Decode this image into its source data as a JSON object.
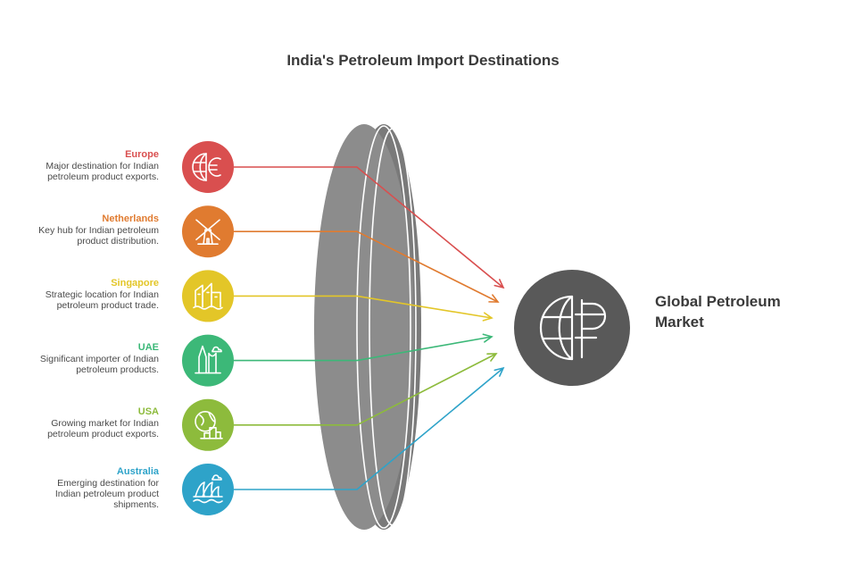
{
  "title": "India's Petroleum Import Destinations",
  "target": {
    "label": "Global Petroleum\nMarket",
    "icon": "globe-currency-icon",
    "color": "#595959"
  },
  "lens_color": "#8a8a8a",
  "destinations": [
    {
      "name": "Europe",
      "description": "Major destination for Indian\npetroleum product exports.",
      "color": "#d94f4f",
      "icon": "globe-euro-icon"
    },
    {
      "name": "Netherlands",
      "description": "Key hub for Indian petroleum\nproduct distribution.",
      "color": "#e07b30",
      "icon": "windmill-icon"
    },
    {
      "name": "Singapore",
      "description": "Strategic location for Indian\npetroleum product trade.",
      "color": "#e3c628",
      "icon": "city-buildings-icon"
    },
    {
      "name": "UAE",
      "description": "Significant importer of Indian\npetroleum products.",
      "color": "#3cb878",
      "icon": "skyscrapers-icon"
    },
    {
      "name": "USA",
      "description": "Growing market for Indian\npetroleum product exports.",
      "color": "#8dbb3c",
      "icon": "globe-city-icon"
    },
    {
      "name": "Australia",
      "description": "Emerging destination for\nIndian petroleum product\nshipments.",
      "color": "#2ea3c9",
      "icon": "opera-house-icon"
    }
  ]
}
